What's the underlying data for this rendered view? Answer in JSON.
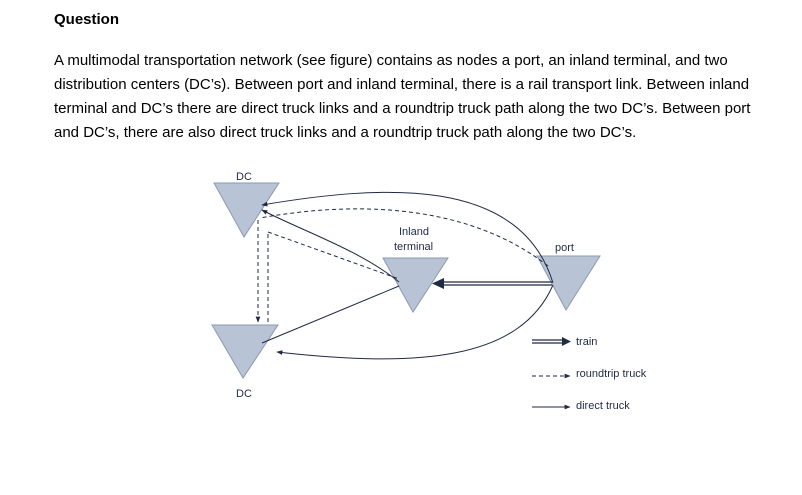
{
  "question": {
    "heading": "Question",
    "paragraph": "A multimodal transportation network (see figure) contains as nodes a port, an inland terminal, and two distribution centers (DC’s). Between port and inland terminal, there is a rail transport link. Between inland terminal and DC’s there are direct truck links and a roundtrip truck path along the two DC’s. Between port and DC’s, there are also direct truck links and a roundtrip truck path along the two DC’s."
  },
  "figure": {
    "nodes": {
      "dc_top": "DC",
      "dc_bottom": "DC",
      "inland_line1": "Inland",
      "inland_line2": "terminal",
      "port": "port"
    },
    "legend": {
      "train": "train",
      "roundtrip": "roundtrip truck",
      "direct": "direct truck"
    },
    "colors": {
      "node_fill": "#b8c3d6",
      "node_stroke": "#8d99ae",
      "line": "#1f2a44"
    }
  }
}
